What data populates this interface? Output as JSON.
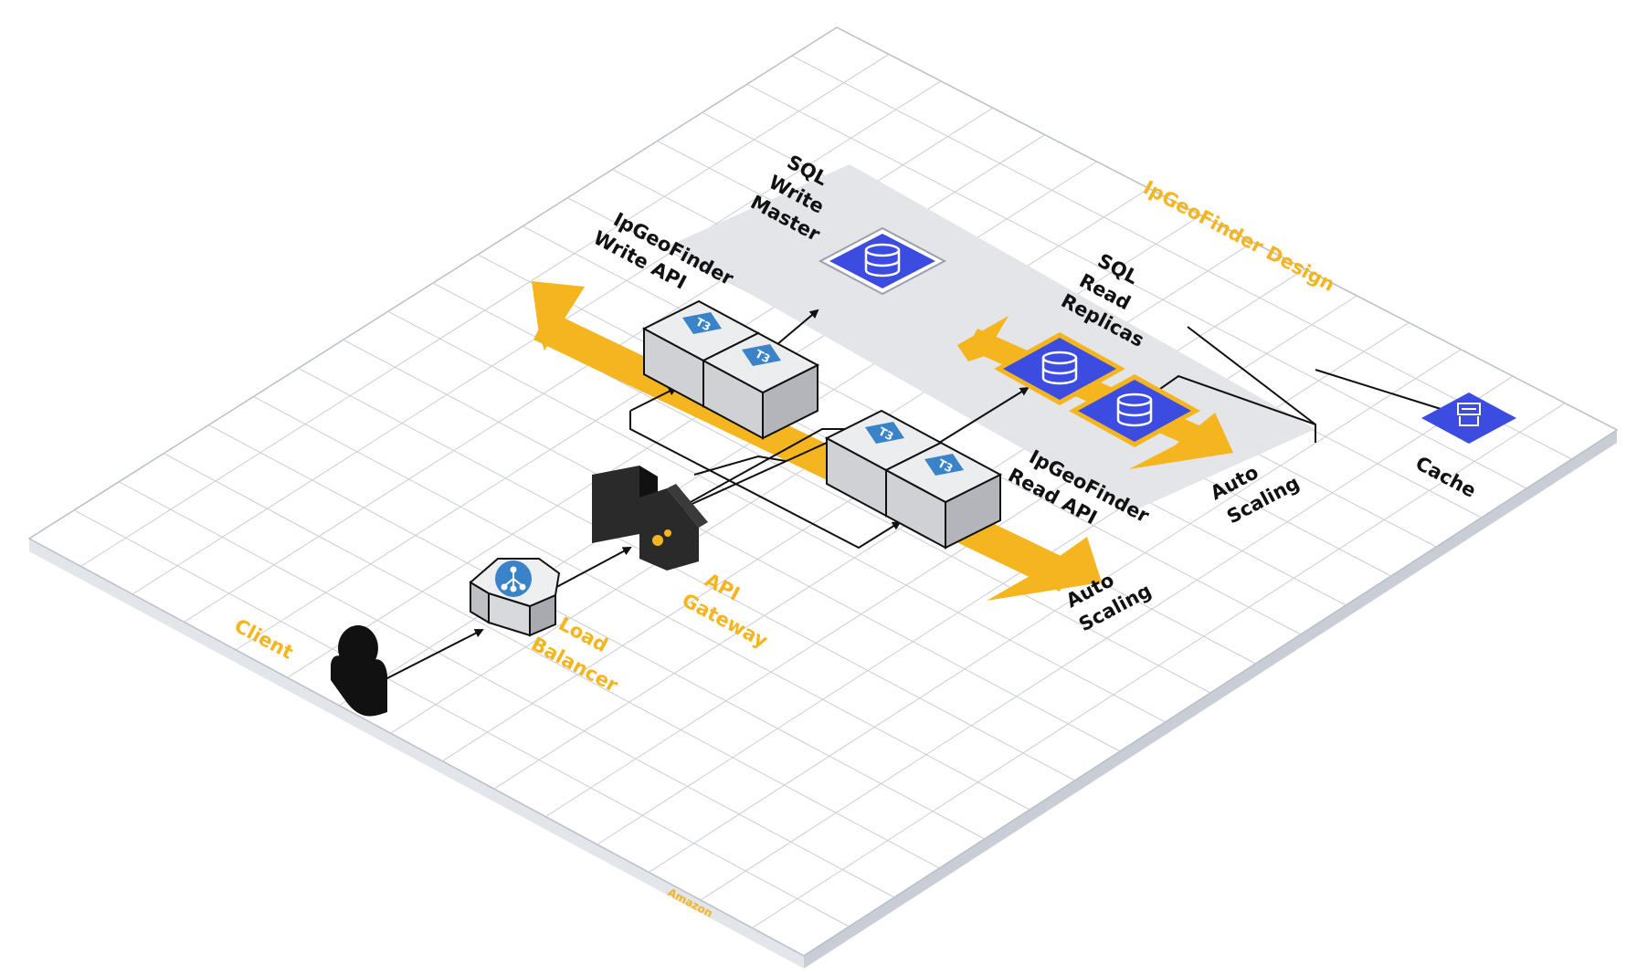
{
  "diagram": {
    "title": "IpGeoFinder Design",
    "watermark": "Amazon",
    "colors": {
      "accent": "#F5B51E",
      "db_blue": "#3C4BE0",
      "t3_blue": "#3A83C8",
      "label_dark": "#111111",
      "grid": "#C9CDD6",
      "zone": "#E4E5E8"
    },
    "nodes": {
      "client": {
        "label": "Client",
        "icon": "user-icon"
      },
      "load_balancer": {
        "line1": "Load",
        "line2": "Balancer",
        "icon": "load-balancer-icon"
      },
      "api_gateway": {
        "line1": "API",
        "line2": "Gateway",
        "icon": "api-gateway-icon"
      },
      "write_api": {
        "line1": "IpGeoFinder",
        "line2": "Write API",
        "instances": [
          "T3",
          "T3"
        ]
      },
      "read_api": {
        "line1": "IpGeoFinder",
        "line2": "Read API",
        "instances": [
          "T3",
          "T3"
        ]
      },
      "sql_master": {
        "line1": "SQL",
        "line2": "Write",
        "line3": "Master",
        "icon": "database-icon"
      },
      "sql_replicas": {
        "line1": "SQL",
        "line2": "Read",
        "line3": "Replicas",
        "icon": "database-icon"
      },
      "cache": {
        "label": "Cache",
        "icon": "cache-icon"
      }
    },
    "scaling": {
      "api_group": {
        "line1": "Auto",
        "line2": "Scaling"
      },
      "db_group": {
        "line1": "Auto",
        "line2": "Scaling"
      }
    }
  }
}
